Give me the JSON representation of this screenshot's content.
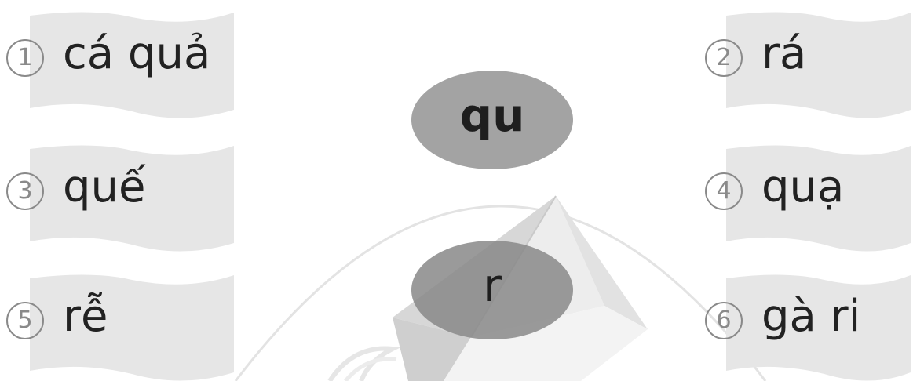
{
  "syllables": {
    "top": "qu",
    "bottom": "r"
  },
  "cards": [
    {
      "number": "1",
      "word": "cá quả"
    },
    {
      "number": "2",
      "word": "rá"
    },
    {
      "number": "3",
      "word": "quế"
    },
    {
      "number": "4",
      "word": "quạ"
    },
    {
      "number": "5",
      "word": "rễ"
    },
    {
      "number": "6",
      "word": "gà ri"
    }
  ]
}
